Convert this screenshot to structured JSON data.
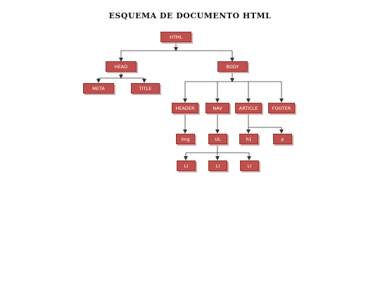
{
  "title": "ESQUEMA DE DOCUMENTO HTML",
  "colors": {
    "node_fill": "#c0504d",
    "node_border": "#8c3836",
    "line": "#333333"
  },
  "nodes": {
    "html": "HTML",
    "head": "HEAD",
    "body": "BODY",
    "meta": "META",
    "title_tag": "TITLE",
    "header": "HEADER",
    "nav": "NAV",
    "article": "ARTICLE",
    "footer": "FOOTER",
    "img": "img",
    "ul": "UL",
    "h1": "h1",
    "p": "p",
    "li1": "LI",
    "li2": "LI",
    "li3": "LI"
  }
}
